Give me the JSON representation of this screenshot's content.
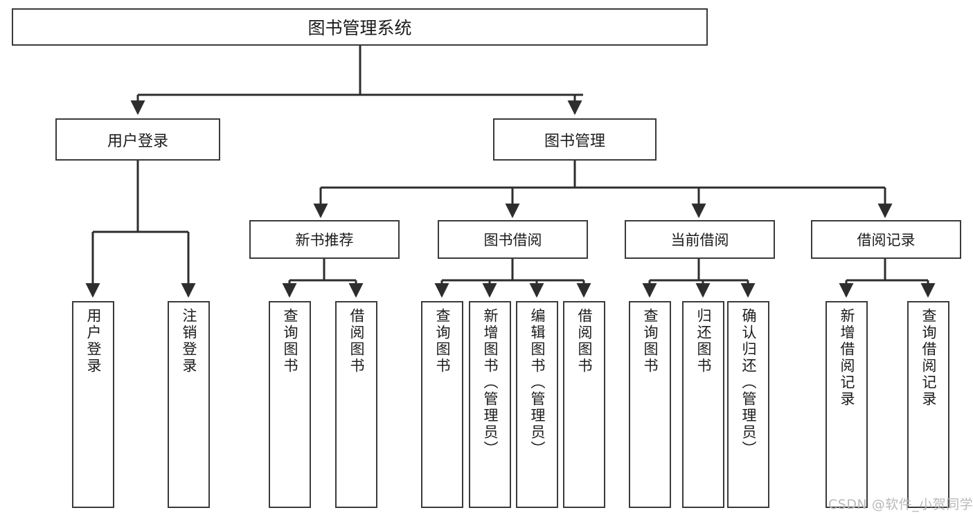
{
  "diagram": {
    "title": "图书管理系统",
    "type": "tree-hierarchy-chart",
    "root": {
      "label": "图书管理系统"
    },
    "level1": [
      {
        "label": "用户登录"
      },
      {
        "label": "图书管理"
      }
    ],
    "level2": [
      {
        "label": "新书推荐"
      },
      {
        "label": "图书借阅"
      },
      {
        "label": "当前借阅"
      },
      {
        "label": "借阅记录"
      }
    ],
    "leaves": [
      {
        "label": "用户登录"
      },
      {
        "label": "注销登录"
      },
      {
        "label": "查询图书"
      },
      {
        "label": "借阅图书"
      },
      {
        "label": "查询图书"
      },
      {
        "label": "新增图书（管理员）"
      },
      {
        "label": "编辑图书（管理员）"
      },
      {
        "label": "借阅图书"
      },
      {
        "label": "查询图书"
      },
      {
        "label": "归还图书"
      },
      {
        "label": "确认归还（管理员）"
      },
      {
        "label": "新增借阅记录"
      },
      {
        "label": "查询借阅记录"
      }
    ],
    "watermark": "CSDN @软件_小贺同学",
    "colors": {
      "box_border": "#3a3a3a",
      "box_fill": "#ffffff",
      "connector": "#2d2d2d",
      "text": "#1b1b1b",
      "watermark": "#b9b9b9",
      "background": "#ffffff"
    }
  }
}
